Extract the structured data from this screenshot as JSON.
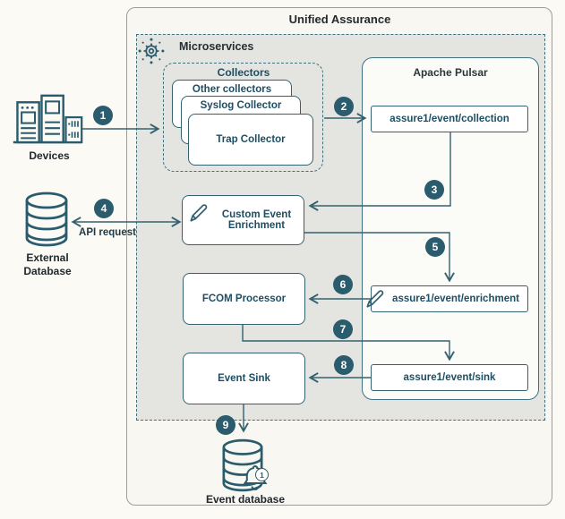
{
  "title": "Unified Assurance",
  "microservices": {
    "label": "Microservices"
  },
  "collectors": {
    "label": "Collectors",
    "cards": [
      {
        "label": "Other collectors"
      },
      {
        "label": "Syslog Collector"
      },
      {
        "label": "Trap Collector"
      }
    ]
  },
  "pulsar": {
    "label": "Apache Pulsar",
    "topics": [
      {
        "label": "assure1/event/collection"
      },
      {
        "label": "assure1/event/enrichment"
      },
      {
        "label": "assure1/event/sink"
      }
    ]
  },
  "components": [
    {
      "label": "Custom Event Enrichment"
    },
    {
      "label": "FCOM Processor"
    },
    {
      "label": "Event Sink"
    }
  ],
  "externals": {
    "devices": {
      "label": "Devices"
    },
    "external_database": {
      "label": "External Database"
    },
    "event_database": {
      "label": "Event database",
      "badge": "1"
    }
  },
  "annotations": {
    "api_request": "API request"
  },
  "steps": [
    {
      "n": "1"
    },
    {
      "n": "2"
    },
    {
      "n": "3"
    },
    {
      "n": "4"
    },
    {
      "n": "5"
    },
    {
      "n": "6"
    },
    {
      "n": "7"
    },
    {
      "n": "8"
    },
    {
      "n": "9"
    }
  ],
  "colors": {
    "teal_icon": "#2a5c6d",
    "border_teal": "#3f7183",
    "text_teal": "#1d4e63",
    "arrow": "#34616f",
    "badge_bg": "#2a5c6d",
    "microservices_bg": "#e4e4e1",
    "outer_bg": "#f8f7f2",
    "canvas_bg": "#fbfaf5"
  }
}
